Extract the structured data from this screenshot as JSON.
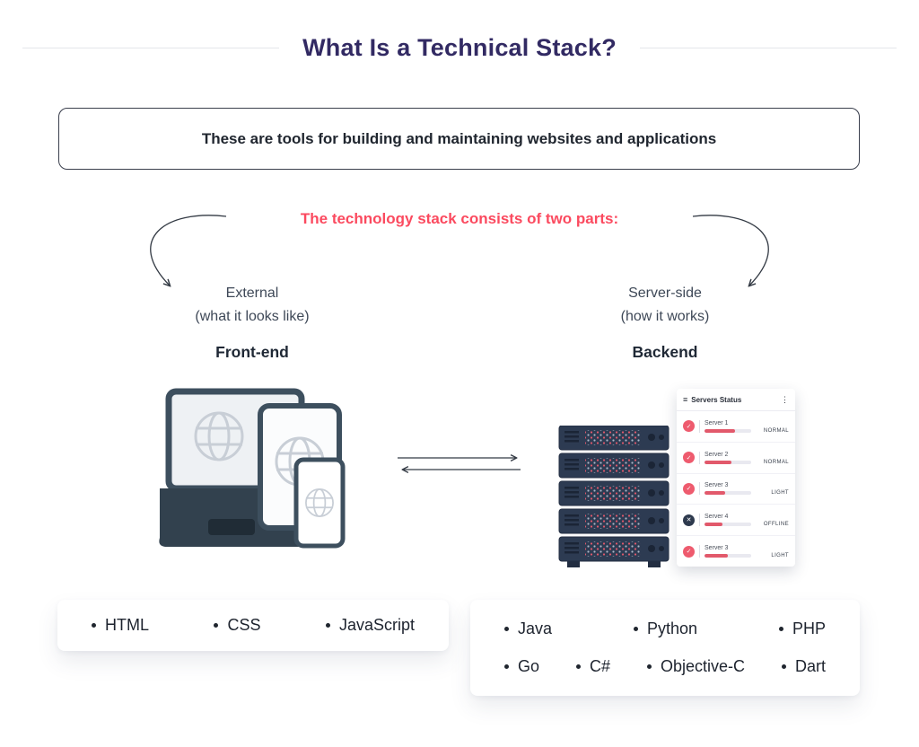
{
  "title": "What Is a Technical Stack?",
  "description_box": {
    "text": "These are tools for building and maintaining websites and applications"
  },
  "split_label": {
    "text": "The technology stack consists of two parts:"
  },
  "frontend": {
    "subtitle_line1": "External",
    "subtitle_line2": "(what it looks like)",
    "heading": "Front-end",
    "technologies": [
      "HTML",
      "CSS",
      "JavaScript"
    ]
  },
  "backend": {
    "subtitle_line1": "Server-side",
    "subtitle_line2": "(how it works)",
    "heading": "Backend",
    "technologies_row1": [
      "Java",
      "Python",
      "PHP"
    ],
    "technologies_row2": [
      "Go",
      "C#",
      "Objective-C",
      "Dart"
    ]
  },
  "server_status_panel": {
    "title": "Servers Status",
    "rows": [
      {
        "name": "Server 1",
        "status": "NORMAL",
        "state": "ok",
        "load": 65
      },
      {
        "name": "Server 2",
        "status": "NORMAL",
        "state": "ok",
        "load": 58
      },
      {
        "name": "Server 3",
        "status": "LIGHT",
        "state": "ok",
        "load": 45
      },
      {
        "name": "Server 4",
        "status": "OFFLINE",
        "state": "offline",
        "load": 38
      },
      {
        "name": "Server 3",
        "status": "LIGHT",
        "state": "ok",
        "load": 50
      }
    ]
  },
  "colors": {
    "title": "#322a63",
    "accent_red": "#fb4a5f",
    "slate": "#3d4f5e",
    "server_navy": "#2d3b52",
    "status_ok": "#ee5b6e",
    "status_offline": "#2e3a4e"
  }
}
